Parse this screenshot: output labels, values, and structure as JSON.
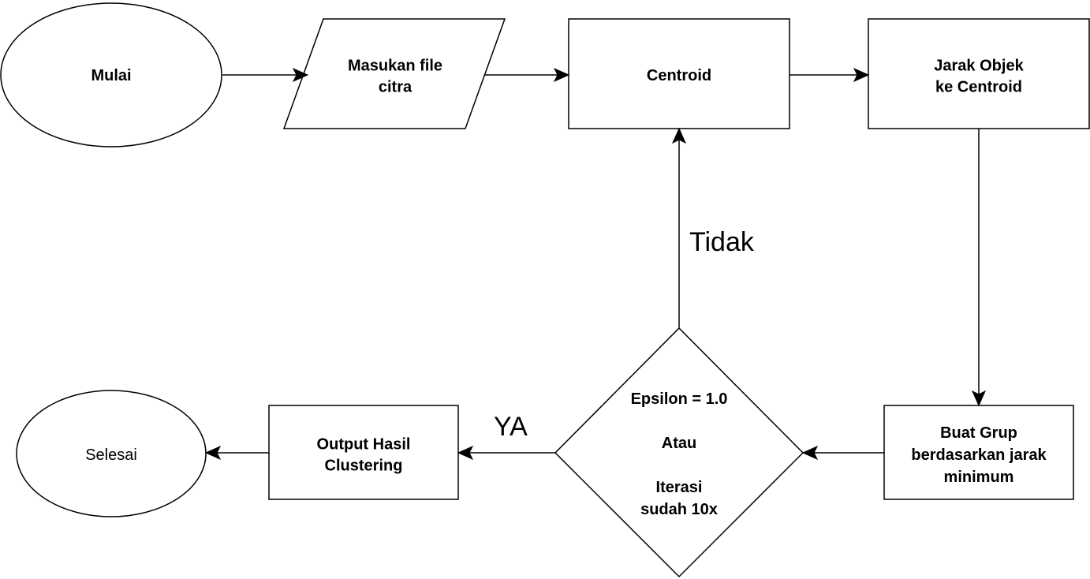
{
  "diagram": {
    "type": "flowchart",
    "nodes": {
      "start": {
        "shape": "ellipse",
        "lines": [
          "Mulai"
        ],
        "bold": true
      },
      "input_file": {
        "shape": "parallelogram",
        "lines": [
          "Masukan file",
          "citra"
        ],
        "bold": true
      },
      "centroid": {
        "shape": "rectangle",
        "lines": [
          "Centroid"
        ],
        "bold": true
      },
      "distance": {
        "shape": "rectangle",
        "lines": [
          "Jarak Objek",
          "ke Centroid"
        ],
        "bold": true
      },
      "grouping": {
        "shape": "rectangle",
        "lines": [
          "Buat Grup",
          "berdasarkan jarak",
          "minimum"
        ],
        "bold": true
      },
      "decision": {
        "shape": "diamond",
        "lines": [
          "Epsilon = 1.0",
          "",
          "Atau",
          "",
          "Iterasi",
          "sudah 10x"
        ],
        "bold": true
      },
      "output": {
        "shape": "rectangle",
        "lines": [
          "Output Hasil",
          "Clustering"
        ],
        "bold": true
      },
      "end": {
        "shape": "ellipse",
        "lines": [
          "Selesai"
        ],
        "bold": false
      }
    },
    "edges": [
      {
        "from": "start",
        "to": "input_file",
        "label": ""
      },
      {
        "from": "input_file",
        "to": "centroid",
        "label": ""
      },
      {
        "from": "centroid",
        "to": "distance",
        "label": ""
      },
      {
        "from": "distance",
        "to": "grouping",
        "label": ""
      },
      {
        "from": "grouping",
        "to": "decision",
        "label": ""
      },
      {
        "from": "decision",
        "to": "centroid",
        "label": "Tidak"
      },
      {
        "from": "decision",
        "to": "output",
        "label": "YA"
      },
      {
        "from": "output",
        "to": "end",
        "label": ""
      }
    ]
  }
}
